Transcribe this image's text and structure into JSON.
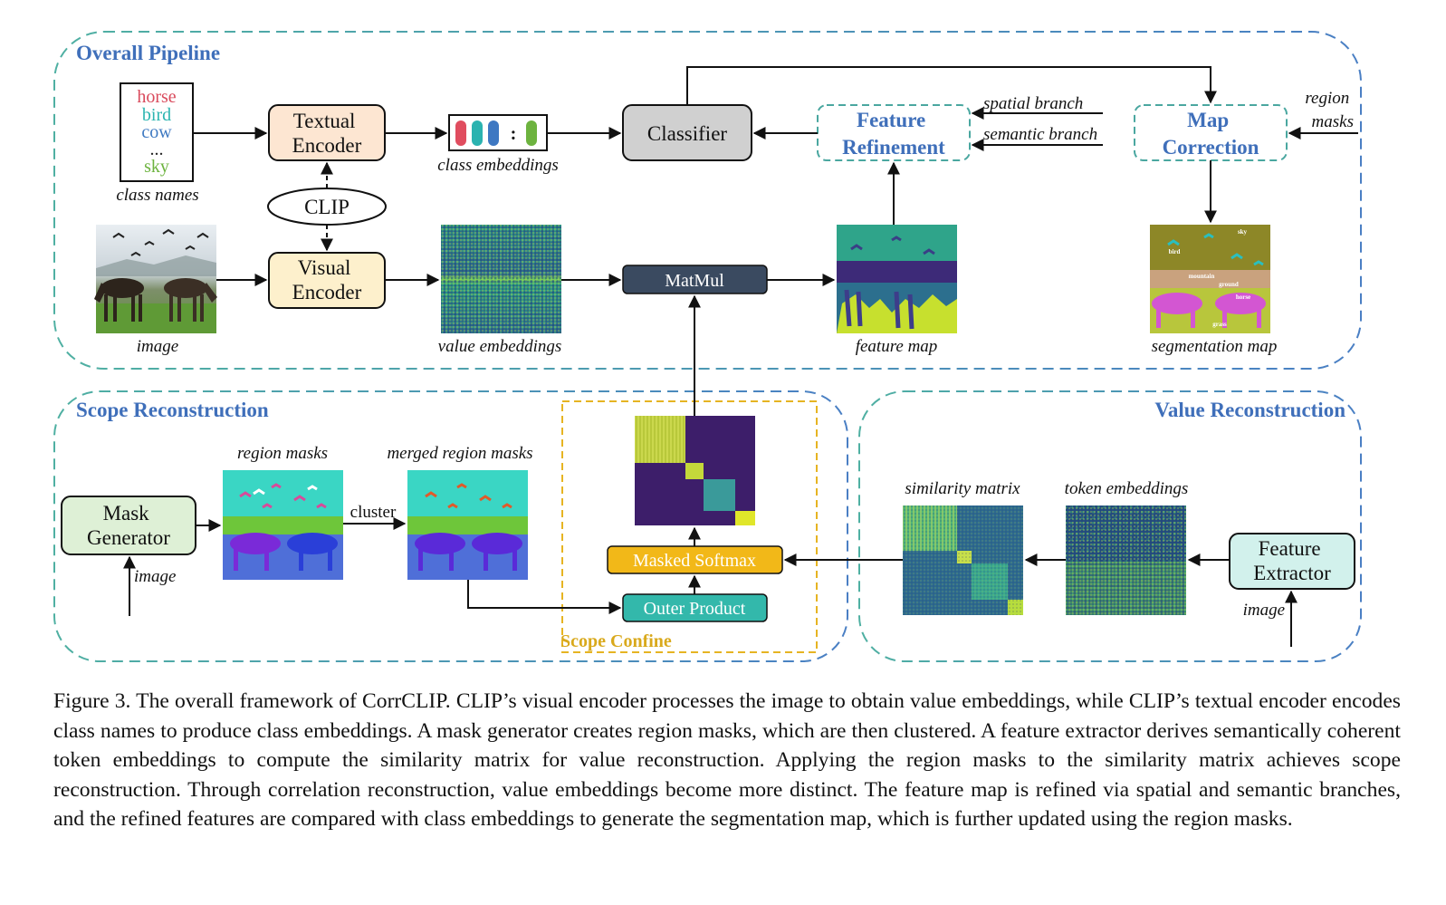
{
  "panels": {
    "overall": "Overall Pipeline",
    "scope": "Scope Reconstruction",
    "value": "Value Reconstruction",
    "scope_confine": "Scope Confine"
  },
  "class_list": [
    {
      "name": "horse",
      "color": "#d94a5c"
    },
    {
      "name": "bird",
      "color": "#2bb5b0"
    },
    {
      "name": "cow",
      "color": "#3f7ac2"
    },
    {
      "name": "...",
      "color": "#222222"
    },
    {
      "name": "sky",
      "color": "#6db33f"
    }
  ],
  "nodes": {
    "textual_encoder": [
      "Textual",
      "Encoder"
    ],
    "visual_encoder": [
      "Visual",
      "Encoder"
    ],
    "clip": "CLIP",
    "classifier": "Classifier",
    "feature_refinement": [
      "Feature",
      "Refinement"
    ],
    "map_correction": [
      "Map",
      "Correction"
    ],
    "matmul": "MatMul",
    "mask_generator": [
      "Mask",
      "Generator"
    ],
    "masked_softmax": "Masked Softmax",
    "outer_product": "Outer Product",
    "feature_extractor": [
      "Feature",
      "Extractor"
    ],
    "embedding_dots": ":"
  },
  "labels": {
    "class_names": "class names",
    "class_embeddings": "class embeddings",
    "image": "image",
    "value_embeddings": "value embeddings",
    "feature_map": "feature map",
    "segmentation_map": "segmentation map",
    "spatial_branch": "spatial branch",
    "semantic_branch": "semantic branch",
    "region_masks_line1": "region",
    "region_masks_line2": "masks",
    "region_masks": "region masks",
    "merged_region_masks": "merged region masks",
    "cluster": "cluster",
    "mask_image": "image",
    "similarity_matrix": "similarity matrix",
    "token_embeddings": "token embeddings",
    "extractor_image": "image"
  },
  "seg_labels": [
    "sky",
    "bird",
    "mountain",
    "ground",
    "horse",
    "grass"
  ],
  "colors": {
    "overall_border": "#4aa7a0",
    "encoder_fill": "#fde6d2",
    "visual_fill": "#fdf0cc",
    "classifier_fill": "#d0d0d0",
    "matmul_fill": "#3a4a60",
    "mask_gen_fill": "#def0d6",
    "softmax_fill": "#f2b818",
    "outer_fill": "#33b8ab",
    "extractor_fill": "#d2f1ec",
    "panel_title": "#3f6fba",
    "scope_confine": "#e6b422"
  },
  "caption": {
    "figure": "Figure 3.",
    "text": "The overall framework of CorrCLIP. CLIP’s visual encoder processes the image to obtain value embeddings, while CLIP’s textual encoder encodes class names to produce class embeddings. A mask generator creates region masks, which are then clustered. A feature extractor derives semantically coherent token embeddings to compute the similarity matrix for value reconstruction. Applying the region masks to the similarity matrix achieves scope reconstruction. Through correlation reconstruction, value embeddings become more distinct. The feature map is refined via spatial and semantic branches, and the refined features are compared with class embeddings to generate the segmentation map, which is further updated using the region masks."
  }
}
